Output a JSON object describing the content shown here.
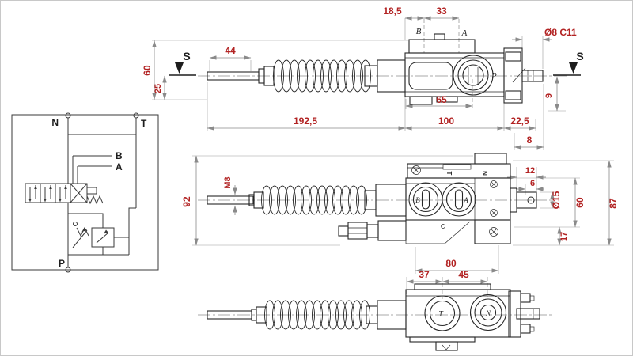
{
  "colors": {
    "dimension_text": "#b22222",
    "drawing_line": "#262626",
    "dimension_line": "#8a8a8a",
    "background": "#ffffff",
    "frame": "#c8c8c8"
  },
  "schematic": {
    "port_n": "N",
    "port_t": "T",
    "port_b": "B",
    "port_a": "A",
    "port_p": "P"
  },
  "top_view": {
    "dim_18_5": "18,5",
    "dim_33": "33",
    "label_b": "B",
    "label_a": "A",
    "dia_8": "Ø8 C11",
    "s_left": "S",
    "s_right": "S",
    "dim_44": "44",
    "dim_60": "60",
    "dim_25": "25",
    "label_p": "P",
    "dim_65": "65",
    "dim_9": "9",
    "dim_192_5": "192,5",
    "dim_100": "100",
    "dim_22_5": "22,5",
    "dim_8": "8"
  },
  "middle_view": {
    "dim_92": "92",
    "dim_m8": "M8",
    "mark_t": "T",
    "mark_n": "N",
    "dim_12": "12",
    "dim_6": "6",
    "label_b": "B",
    "label_a": "A",
    "dia_15": "Ø15",
    "dim_60": "60",
    "dim_87": "87",
    "dim_17": "17",
    "dim_80": "80"
  },
  "bottom_view": {
    "dim_37": "37",
    "dim_45": "45",
    "label_t": "T",
    "label_n": "N"
  }
}
